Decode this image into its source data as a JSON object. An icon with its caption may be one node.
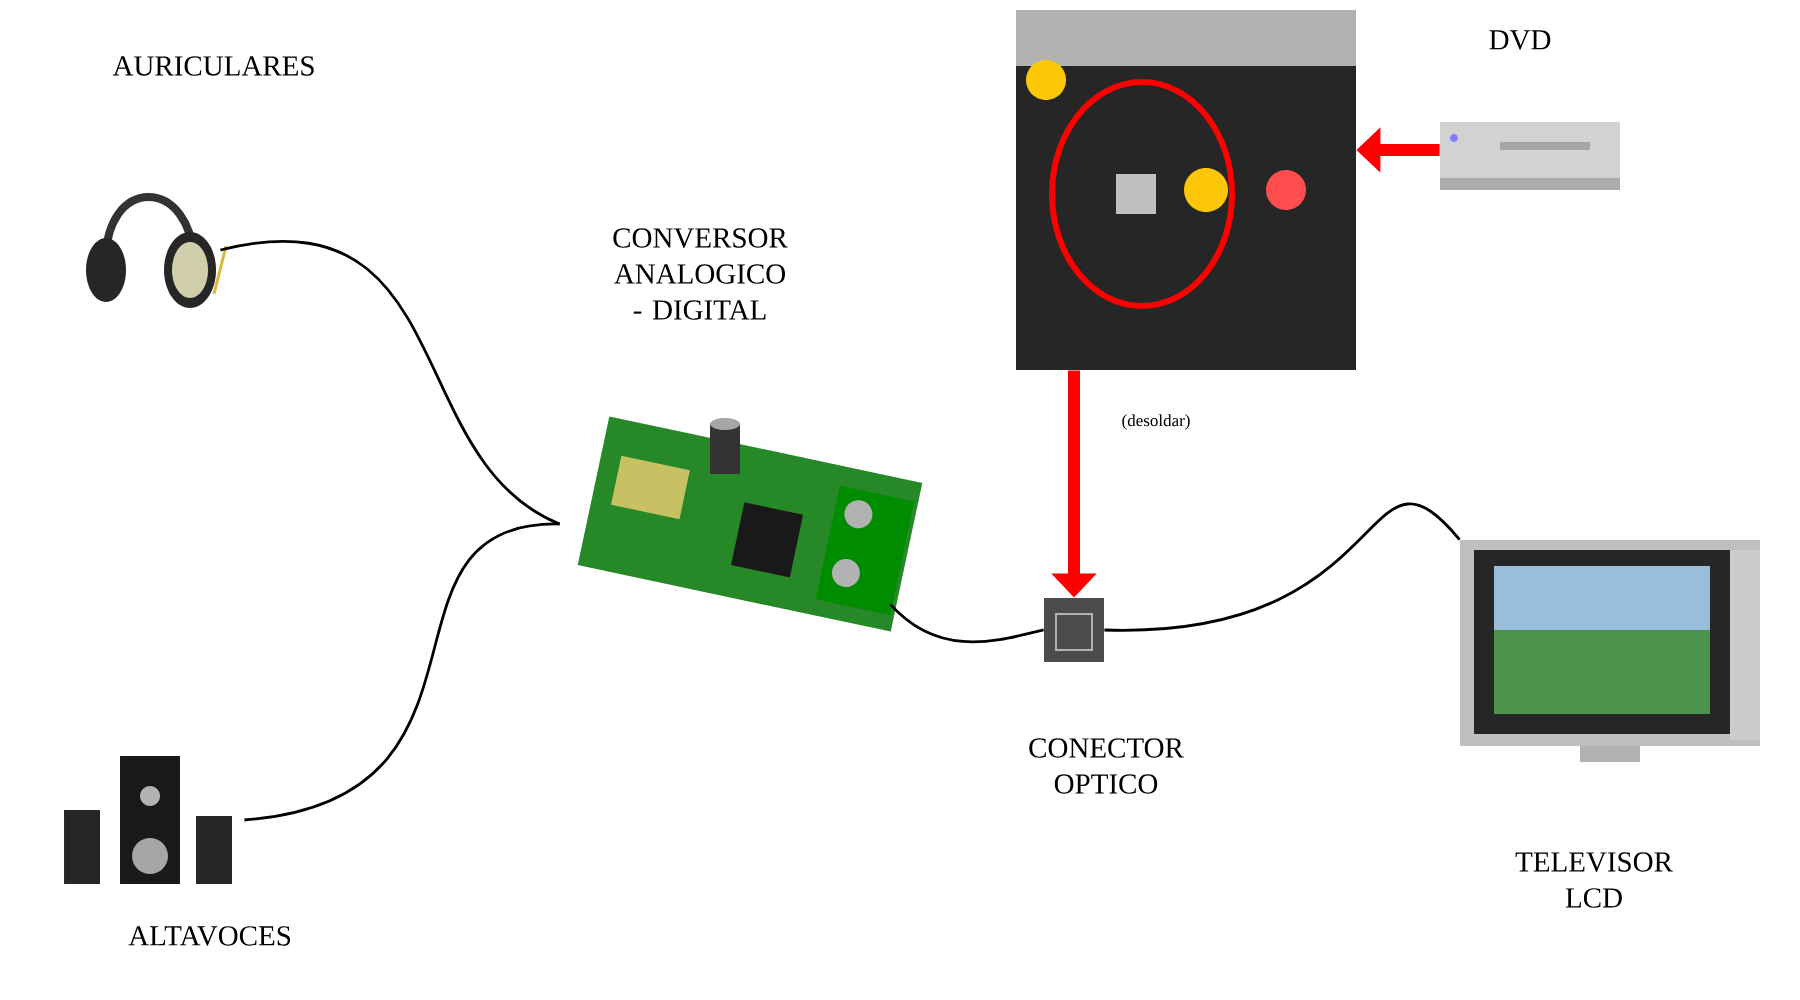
{
  "diagram": {
    "nodes": [
      {
        "text": [
          "AURICULARES"
        ]
      },
      {
        "text": [
          "ALTAVOCES"
        ]
      },
      {
        "text": [
          "CONVERSOR ANALOGICO - DIGITAL"
        ]
      },
      {
        "text": [],
        "shape": "picture",
        "beside": [
          "(desoldar)"
        ]
      },
      {
        "text": [
          "DVD"
        ]
      },
      {
        "text": [
          "CONECTOR OPTICO"
        ]
      },
      {
        "text": [
          "TELEVISOR LCD"
        ]
      }
    ],
    "edges": [
      {
        "from": 0,
        "to": 2,
        "arrow": "none"
      },
      {
        "from": 1,
        "to": 2,
        "arrow": "none"
      },
      {
        "from": 2,
        "to": 5,
        "arrow": "none"
      },
      {
        "from": 4,
        "to": 3,
        "arrow": "to",
        "style": "thick",
        "color": "#ff0000"
      },
      {
        "from": 3,
        "to": 5,
        "arrow": "to",
        "style": "thick",
        "color": "#ff0000"
      },
      {
        "from": 5,
        "to": 6,
        "arrow": "none"
      }
    ]
  }
}
